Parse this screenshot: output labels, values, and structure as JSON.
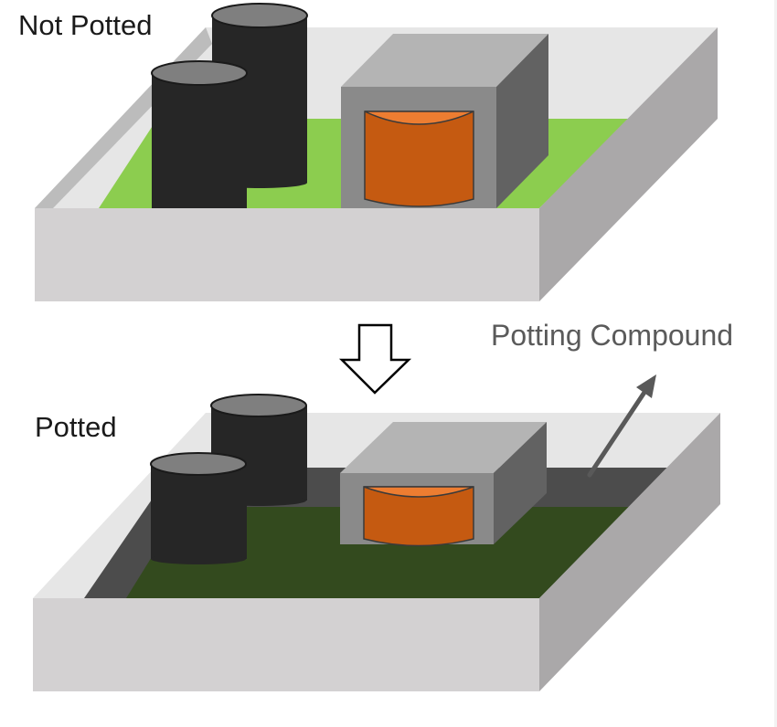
{
  "labels": {
    "not_potted": "Not Potted",
    "potted": "Potted",
    "potting_compound": "Potting Compound"
  },
  "icons": {
    "flow_arrow": "down-arrow-outline-icon",
    "pointer_arrow": "pointer-arrow-icon"
  },
  "colors": {
    "enclosure_front": "#d3d1d2",
    "enclosure_side": "#aaa8a9",
    "enclosure_top": "#e5e5e5",
    "pcb_unpotted": "#8ccd4f",
    "pcb_potted": "#334a1e",
    "potting_compound": "#4c4c4c",
    "capacitor_body": "#262626",
    "capacitor_top": "#7f7f7f",
    "transformer_front": "#8a8a8a",
    "transformer_side": "#626262",
    "transformer_top": "#b4b4b4",
    "coil": "#c55a11",
    "coil_top": "#ed7d31",
    "arrow_stroke": "#595959"
  }
}
